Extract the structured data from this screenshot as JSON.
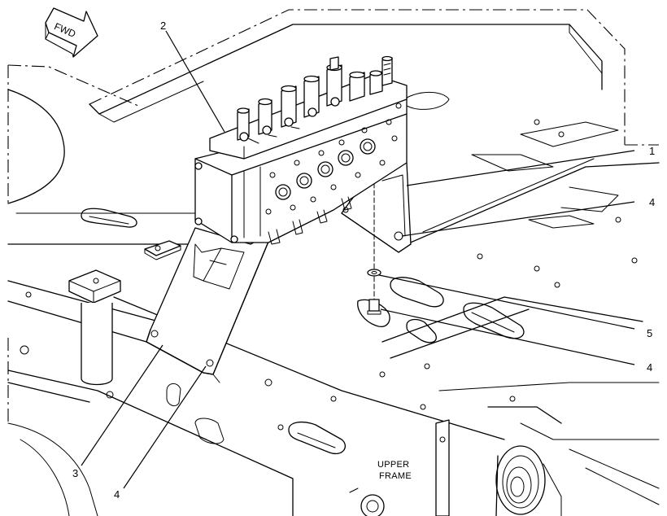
{
  "direction_indicator": {
    "text": "FWD"
  },
  "frame_label": {
    "line1": "UPPER",
    "line2": "FRAME"
  },
  "callouts": {
    "c1": "1",
    "c2": "2",
    "c3": "3",
    "c4a": "4",
    "c4b": "4",
    "c4c": "4",
    "c5": "5"
  }
}
